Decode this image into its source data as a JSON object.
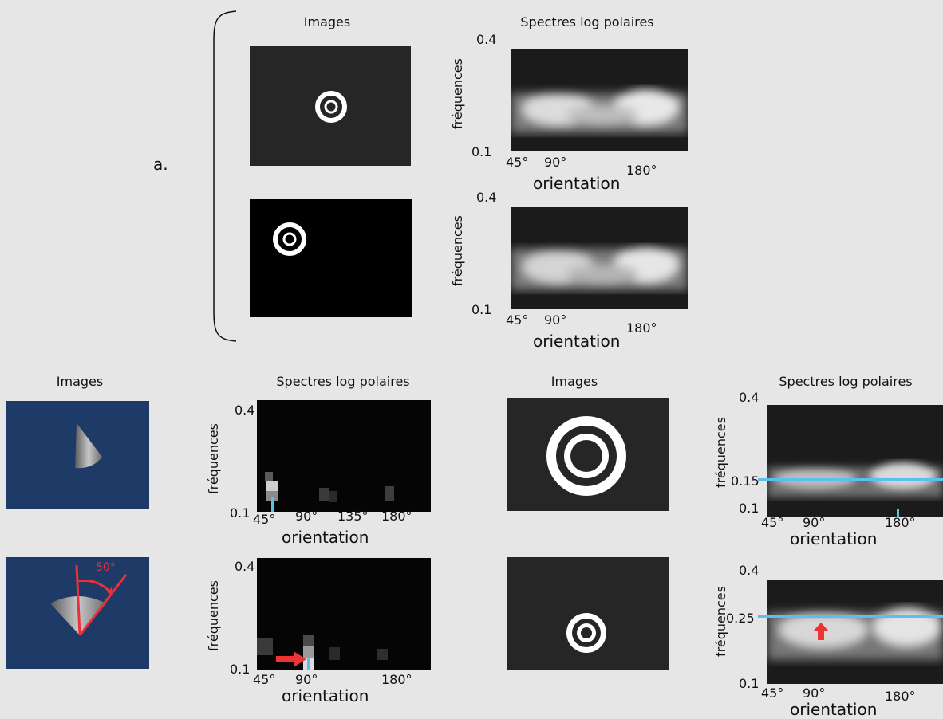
{
  "part_label": "a.",
  "headers": {
    "images": "Images",
    "spectra": "Spectres log polaires"
  },
  "axis": {
    "ylabel": "fréquences",
    "xlabel": "orientation",
    "y_top": "0.4",
    "y_bottom": "0.1",
    "ticks": {
      "t45": "45°",
      "t90": "90°",
      "t135": "135°",
      "t180": "180°"
    }
  },
  "cone_annotation": {
    "angle": "50°"
  },
  "highlights": {
    "line_015": "0.15",
    "line_025": "0.25"
  },
  "colors": {
    "background": "#e6e6e6",
    "cone_background": "#1e3a66",
    "highlight_line": "#5bc0eb",
    "arrow": "#ee3333",
    "annotation_red": "#e8313a"
  }
}
